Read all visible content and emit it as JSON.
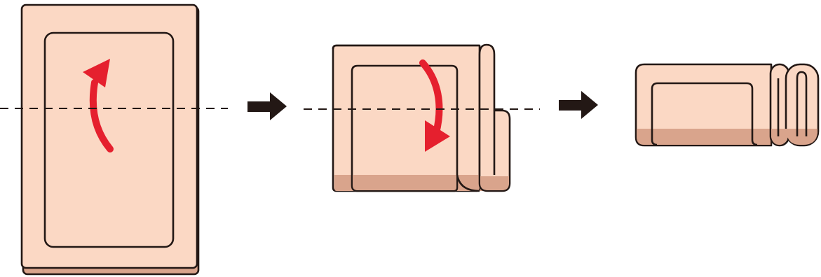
{
  "diagram": {
    "type": "folding-steps",
    "steps": [
      {
        "id": "step-1",
        "state": "unfolded",
        "fold_direction": "up"
      },
      {
        "id": "step-2",
        "state": "partially-folded",
        "fold_direction": "down"
      },
      {
        "id": "step-3",
        "state": "folded"
      }
    ],
    "colors": {
      "paper": "#fbd8c4",
      "paper_shadow": "#d9a48c",
      "outline": "#231815",
      "fold_arrow": "#e5202e",
      "step_arrow": "#231815"
    },
    "icons": [
      "curved-fold-arrow-icon",
      "right-arrow-icon"
    ]
  }
}
